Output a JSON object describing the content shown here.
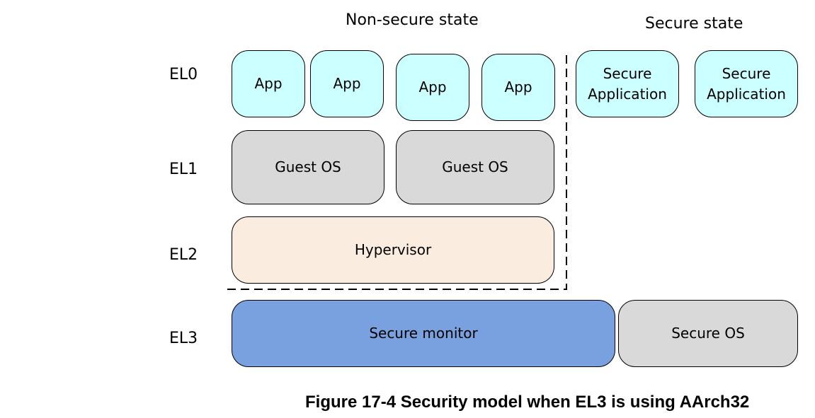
{
  "headers": {
    "non_secure": "Non-secure state",
    "secure": "Secure state"
  },
  "levels": {
    "el0": "EL0",
    "el1": "EL1",
    "el2": "EL2",
    "el3": "EL3"
  },
  "el0_boxes": {
    "app_1": "App",
    "app_2": "App",
    "app_3": "App",
    "app_4": "App",
    "secure_app_1": "Secure\nApplication",
    "secure_app_2": "Secure\nApplication"
  },
  "el1_boxes": {
    "guest_os_1": "Guest OS",
    "guest_os_2": "Guest OS"
  },
  "el2_boxes": {
    "hypervisor": "Hypervisor"
  },
  "el3_boxes": {
    "secure_monitor": "Secure monitor",
    "secure_os": "Secure OS"
  },
  "caption": "Figure 17-4 Security model when EL3 is using AArch32",
  "colors": {
    "app": "#ccffff",
    "gray": "#d9d9d9",
    "hypervisor": "#fbece0",
    "secure_monitor": "#7aa1df"
  }
}
